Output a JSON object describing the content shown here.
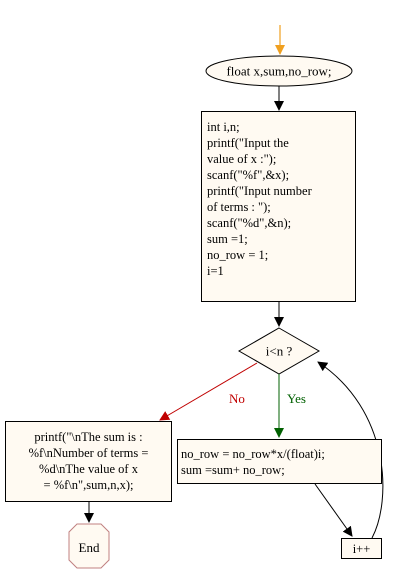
{
  "nodes": {
    "declare_float": {
      "text": "float x,sum,no_row;"
    },
    "init_block": {
      "lines": [
        "int i,n;",
        "printf(\"Input the",
        "value of x :\");",
        "scanf(\"%f\",&x);",
        "printf(\"Input number",
        "of terms : \");",
        "scanf(\"%d\",&n);",
        "sum =1;",
        "no_row = 1;",
        "i=1"
      ]
    },
    "condition": {
      "text": "i<n ?"
    },
    "print_block": {
      "lines": [
        "printf(\"\\nThe sum  is :",
        "%f\\nNumber of terms =",
        "%d\\nThe value of x",
        "= %f\\n\",sum,n,x);"
      ]
    },
    "loop_body": {
      "lines": [
        "no_row = no_row*x/(float)i;",
        "sum =sum+ no_row;"
      ]
    },
    "increment": {
      "text": "i++"
    },
    "end": {
      "text": "End"
    }
  },
  "edges": {
    "no_label": "No",
    "yes_label": "Yes"
  },
  "colors": {
    "start_arrow": "#f0a020",
    "no_edge": "#c00000",
    "yes_edge": "#006000",
    "box_fill": "#fffaf2",
    "end_stroke": "#c08080"
  }
}
